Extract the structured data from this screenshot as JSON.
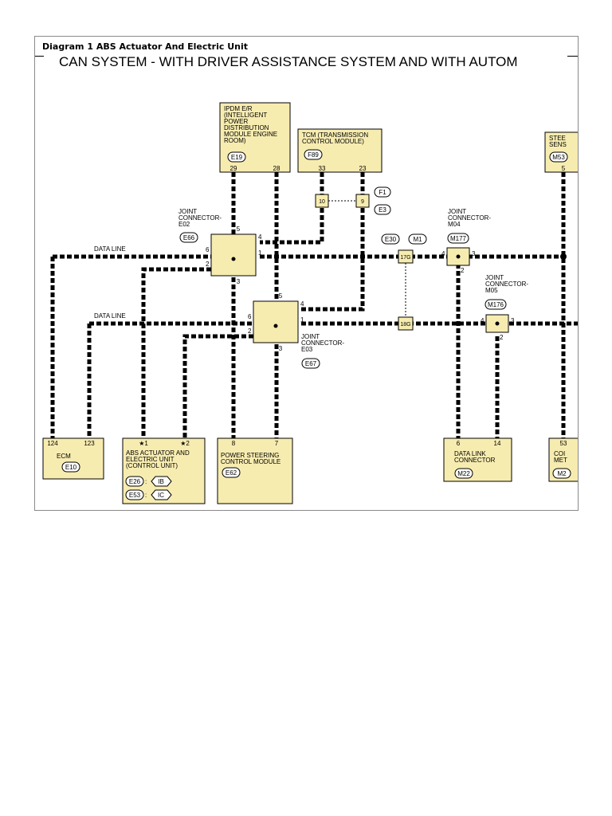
{
  "caption": "Diagram 1 ABS Actuator And Electric Unit",
  "title": "CAN SYSTEM - WITH DRIVER ASSISTANCE SYSTEM AND WITH AUTOM",
  "colors": {
    "box_fill": "#f7ecb0",
    "line": "#000000"
  },
  "data_line_label": "DATA LINE",
  "ipdm": {
    "lines": [
      "IPDM E/R",
      "(INTELLIGENT",
      "POWER",
      "DISTRIBUTION",
      "MODULE ENGINE",
      "ROOM)"
    ],
    "connector": "E19",
    "pins": [
      "29",
      "28"
    ]
  },
  "tcm": {
    "lines": [
      "TCM (TRANSMISSION",
      "CONTROL MODULE)"
    ],
    "connector": "F89",
    "pins": [
      "33",
      "23"
    ]
  },
  "steering_sensor": {
    "lines": [
      "STEE",
      "SENS"
    ],
    "connector": "M53",
    "pin": "5"
  },
  "inline_connectors": {
    "left": "10",
    "right": "9",
    "tag_upper": "F1",
    "tag_lower": "E3",
    "mid_upper": "17G",
    "mid_lower": "18G",
    "mid_tag_left": "E30",
    "mid_tag_right": "M1"
  },
  "jc_e02": {
    "lines": [
      "JOINT",
      "CONNECTOR-",
      "E02"
    ],
    "connector": "E66",
    "pins": {
      "top": "5",
      "upper_right": "4",
      "right": "1",
      "left": "6",
      "lower_left": "2",
      "bottom": "3"
    }
  },
  "jc_e03": {
    "lines": [
      "JOINT",
      "CONNECTOR-",
      "E03"
    ],
    "connector": "E67",
    "pins": {
      "top": "5",
      "upper_right": "4",
      "right": "1",
      "left": "6",
      "lower_left": "2",
      "bottom": "3"
    }
  },
  "jc_m04": {
    "lines": [
      "JOINT",
      "CONNECTOR-",
      "M04"
    ],
    "connector": "M177",
    "pins": {
      "left": "4",
      "right": "3",
      "bottom": "2"
    }
  },
  "jc_m05": {
    "lines": [
      "JOINT",
      "CONNECTOR-",
      "M05"
    ],
    "connector": "M176",
    "pins": {
      "left": "4",
      "right": "3",
      "bottom": "2"
    }
  },
  "ecm": {
    "lines": [
      "ECM"
    ],
    "connector": "E10",
    "pins": [
      "124",
      "123"
    ]
  },
  "abs": {
    "lines": [
      "ABS ACTUATOR AND",
      "ELECTRIC UNIT",
      "(CONTROL UNIT)"
    ],
    "pins": [
      "★1",
      "★2"
    ],
    "rows": [
      {
        "connector": "E26",
        "ref": "IB"
      },
      {
        "connector": "E53",
        "ref": "IC"
      }
    ]
  },
  "psc": {
    "lines": [
      "POWER STEERING",
      "CONTROL MODULE"
    ],
    "connector": "E62",
    "pins": [
      "8",
      "7"
    ]
  },
  "dlc": {
    "lines": [
      "DATA LINK",
      "CONNECTOR"
    ],
    "connector": "M22",
    "pins": [
      "6",
      "14"
    ]
  },
  "combination_meter": {
    "lines": [
      "COI",
      "MET"
    ],
    "connector": "M2",
    "pin": "53"
  }
}
